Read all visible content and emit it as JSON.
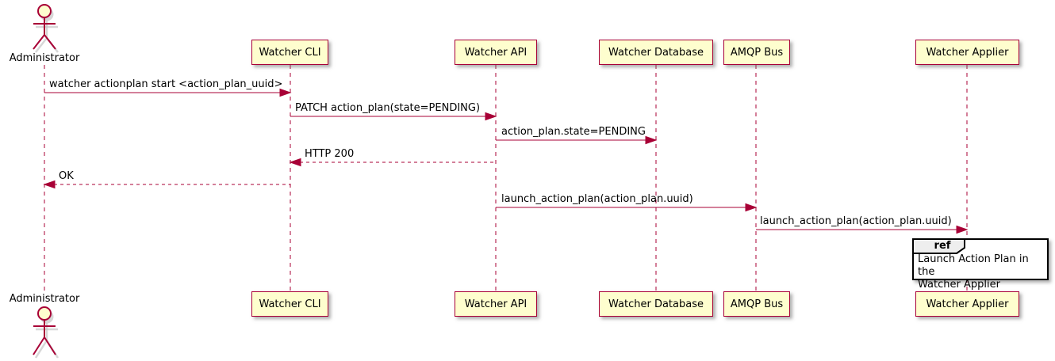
{
  "diagram": {
    "type": "sequence-diagram",
    "colors": {
      "line": "#A80036",
      "participant_fill": "#FEFECE",
      "text": "#000000",
      "ref_border": "#000000",
      "ref_tab_fill": "#EEEEEE",
      "background": "#FFFFFF"
    },
    "actor": {
      "name": "Administrator"
    },
    "participants": [
      {
        "label": "Watcher CLI"
      },
      {
        "label": "Watcher API"
      },
      {
        "label": "Watcher Database"
      },
      {
        "label": "AMQP Bus"
      },
      {
        "label": "Watcher Applier"
      }
    ],
    "messages": [
      {
        "from": "Administrator",
        "to": "Watcher CLI",
        "label": "watcher actionplan start <action_plan_uuid>",
        "line": "solid"
      },
      {
        "from": "Watcher CLI",
        "to": "Watcher API",
        "label": "PATCH action_plan(state=PENDING)",
        "line": "solid"
      },
      {
        "from": "Watcher API",
        "to": "Watcher Database",
        "label": "action_plan.state=PENDING",
        "line": "solid"
      },
      {
        "from": "Watcher API",
        "to": "Watcher CLI",
        "label": "HTTP 200",
        "line": "dashed"
      },
      {
        "from": "Watcher CLI",
        "to": "Administrator",
        "label": "OK",
        "line": "dashed"
      },
      {
        "from": "Watcher API",
        "to": "AMQP Bus",
        "label": "launch_action_plan(action_plan.uuid)",
        "line": "solid"
      },
      {
        "from": "AMQP Bus",
        "to": "Watcher Applier",
        "label": "launch_action_plan(action_plan.uuid)",
        "line": "solid"
      }
    ],
    "ref_fragment": {
      "keyword": "ref",
      "lines": [
        "Launch Action Plan in the",
        "Watcher Applier"
      ]
    }
  }
}
